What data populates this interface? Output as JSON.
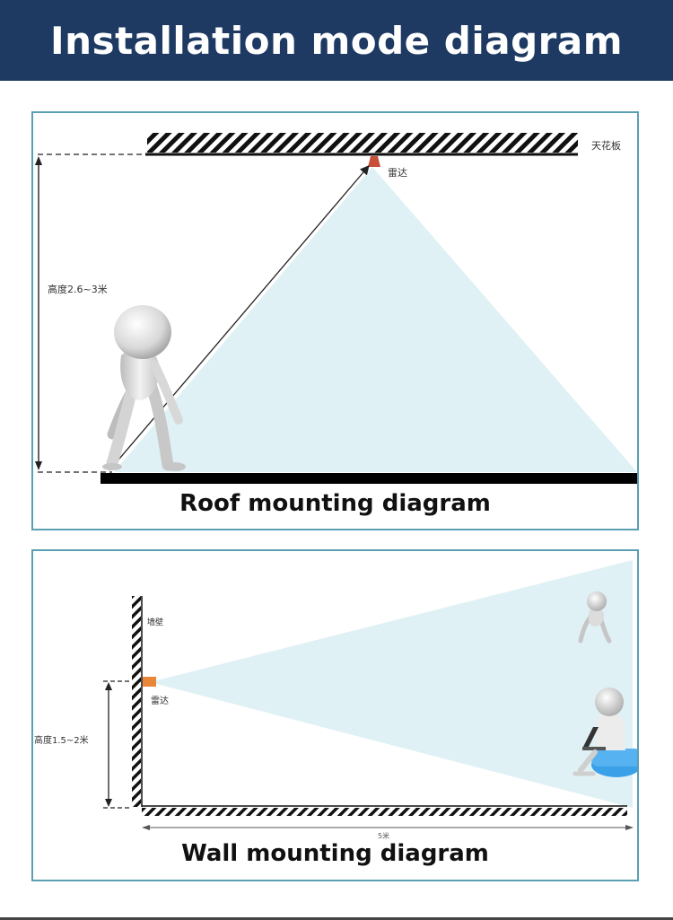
{
  "header": {
    "title": "Installation mode diagram"
  },
  "roof_diagram": {
    "caption": "Roof mounting diagram",
    "ceiling_label": "天花板",
    "radar_label": "雷达",
    "height_label": "高度2.6~3米"
  },
  "wall_diagram": {
    "caption": "Wall mounting diagram",
    "wall_label": "墙壁",
    "radar_label": "雷达",
    "height_label": "高度1.5~2米",
    "distance_label": "5米"
  },
  "colors": {
    "header_bg": "#1e3a63",
    "panel_border": "#5a9fb2",
    "beam_fill": "#d9eef3",
    "radar_roof": "#c8503a",
    "radar_wall": "#e8873a"
  }
}
